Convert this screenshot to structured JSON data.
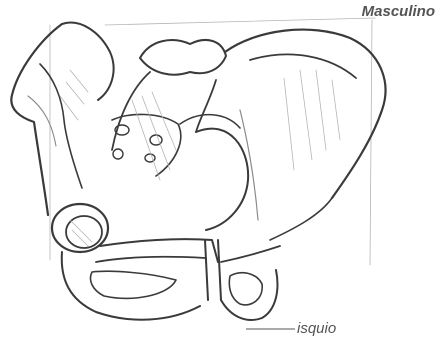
{
  "figure": {
    "title": "Masculino",
    "callout_label": "isquio",
    "subject": "pelvis-sketch"
  },
  "colors": {
    "ink": "#3a3a3a",
    "label": "#555555",
    "shade": "#b5b5b5",
    "background": "#ffffff"
  }
}
